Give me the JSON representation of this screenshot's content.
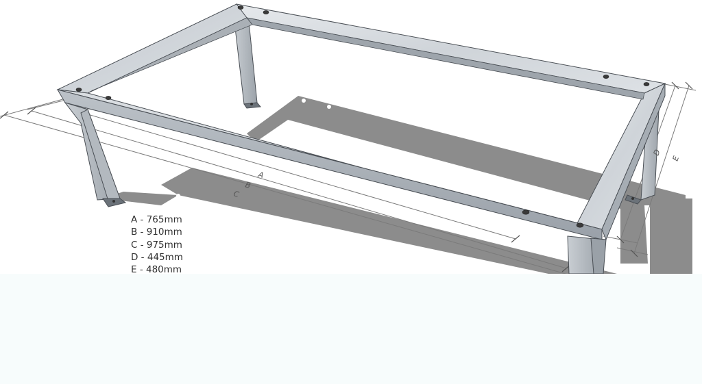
{
  "dimension_labels": {
    "a": "A",
    "b": "B",
    "c": "C",
    "d": "D",
    "e": "E"
  },
  "legend": [
    {
      "key": "A",
      "text": "A - 765mm"
    },
    {
      "key": "B",
      "text": "B - 910mm"
    },
    {
      "key": "C",
      "text": "C - 975mm"
    },
    {
      "key": "D",
      "text": "D - 445mm"
    },
    {
      "key": "E",
      "text": "E - 480mm"
    }
  ],
  "colors": {
    "frame_top": "#d4d8dd",
    "frame_side": "#a9b0b7",
    "frame_dark": "#7d858d",
    "shadow": "#8a8a8a",
    "dimension_line": "#777777",
    "background": "#ffffff",
    "lower_area": "#f7fcfc"
  }
}
